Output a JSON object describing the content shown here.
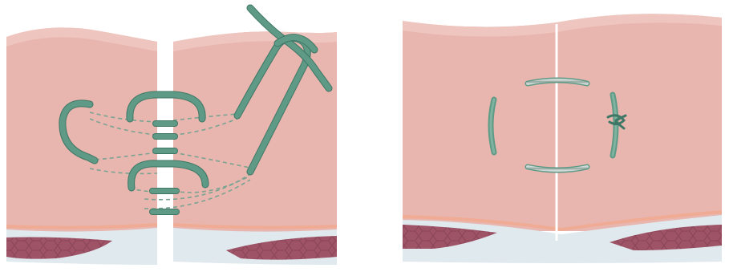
{
  "panels": [
    {
      "id": "before",
      "state": "open-wound-with-suture-path"
    },
    {
      "id": "after",
      "state": "closed-wound-with-knotted-suture"
    }
  ],
  "colors": {
    "skin": "#e8b6ae",
    "skin_top": "#efc3bc",
    "dermis_line": "#f0b39e",
    "fat": "#dfe9ee",
    "muscle": "#9e5466",
    "muscle_dark": "#7c3a4c",
    "suture": "#5f9a86",
    "suture_dark": "#3f7766",
    "suture_gray": "#a8b8b2",
    "gap": "#ffffff"
  },
  "icons": [
    "suture-thread-icon",
    "knot-icon"
  ]
}
